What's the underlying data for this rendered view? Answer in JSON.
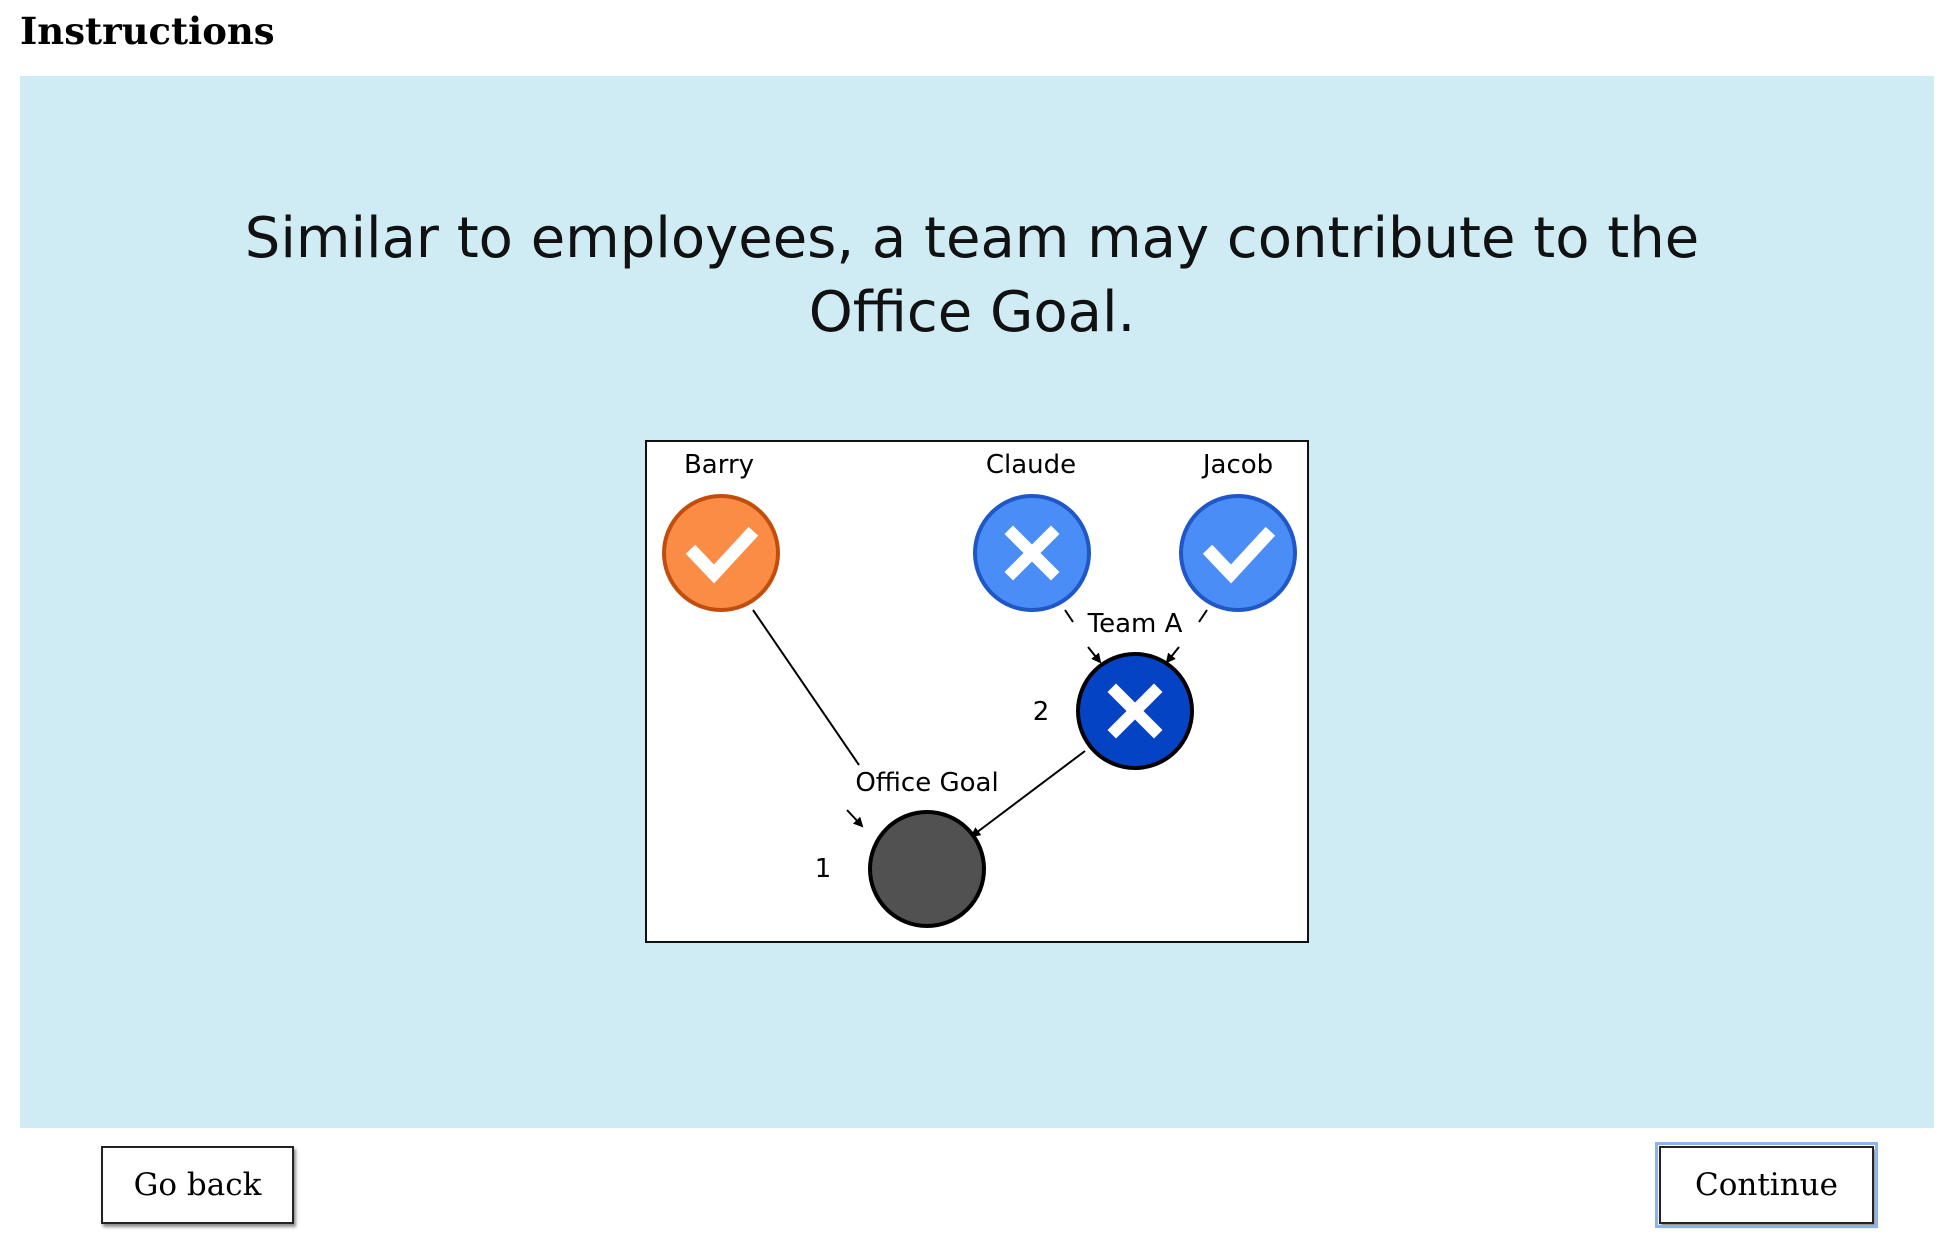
{
  "page": {
    "title": "Instructions"
  },
  "headline": {
    "line1": "Similar to employees, a team may contribute to the",
    "line2": "Office Goal."
  },
  "diagram": {
    "nodes": {
      "barry": {
        "label": "Barry",
        "status": "check",
        "color": "#fa8c45",
        "stroke": "#c24e0e"
      },
      "claude": {
        "label": "Claude",
        "status": "cross",
        "color": "#4a8df7",
        "stroke": "#1f57c9"
      },
      "jacob": {
        "label": "Jacob",
        "status": "check",
        "color": "#4a8df7",
        "stroke": "#1f57c9"
      },
      "team_a": {
        "label": "Team A",
        "level": "2",
        "status": "cross",
        "color": "#0444c4",
        "stroke": "#000000"
      },
      "office_goal": {
        "label": "Office Goal",
        "level": "1",
        "color": "#515151",
        "stroke": "#000000"
      }
    }
  },
  "buttons": {
    "back": "Go back",
    "continue": "Continue"
  }
}
